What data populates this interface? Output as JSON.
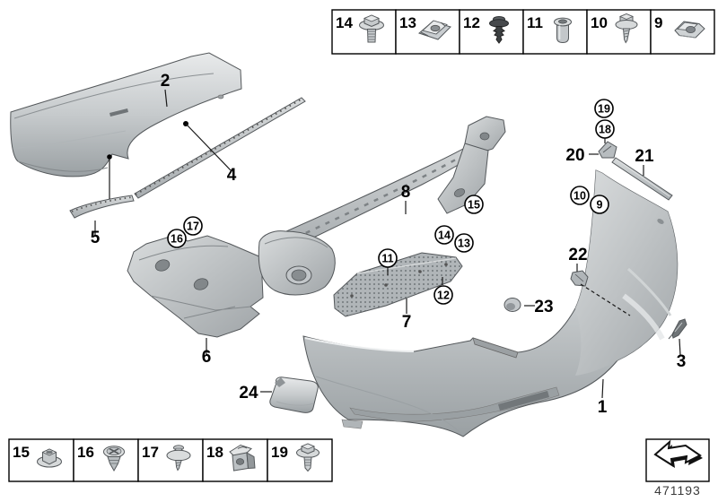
{
  "page": {
    "background": "#ffffff"
  },
  "colors": {
    "outline": "#54585b",
    "part_light": "#e8eaeb",
    "part_mid": "#c6cacc",
    "part_dark": "#9aa0a3",
    "rivet_dark": "#46494c"
  },
  "top_fastener_row": {
    "items": [
      {
        "label": "14",
        "icon": "hex-bolt-with-washer-icon"
      },
      {
        "label": "13",
        "icon": "speed-clip-nut-icon"
      },
      {
        "label": "12",
        "icon": "expansion-rivet-icon"
      },
      {
        "label": "11",
        "icon": "blind-rivet-nut-icon"
      },
      {
        "label": "10",
        "icon": "self-tapping-screw-icon"
      },
      {
        "label": "9",
        "icon": "c-clip-nut-icon"
      }
    ]
  },
  "bottom_fastener_row": {
    "items": [
      {
        "label": "15",
        "icon": "flanged-plastic-nut-icon"
      },
      {
        "label": "16",
        "icon": "expanding-nut-icon"
      },
      {
        "label": "17",
        "icon": "washer-screw-icon"
      },
      {
        "label": "18",
        "icon": "cage-nut-icon"
      },
      {
        "label": "19",
        "icon": "hex-screw-with-washer-icon"
      }
    ]
  },
  "diagram": {
    "part_labels": {
      "p1": "1",
      "p2": "2",
      "p3": "3",
      "p4": "4",
      "p5": "5",
      "p6": "6",
      "p7": "7",
      "p8": "8",
      "p20": "20",
      "p21": "21",
      "p22": "22",
      "p23": "23",
      "p24": "24"
    },
    "circled_callouts": {
      "c9": "9",
      "c10": "10",
      "c11": "11",
      "c12": "12",
      "c13": "13",
      "c14": "14",
      "c15": "15",
      "c16": "16",
      "c17": "17",
      "c18": "18",
      "c19": "19"
    }
  },
  "footer": {
    "doc_number": "471193",
    "icon": "page-back-arrow-icon"
  }
}
